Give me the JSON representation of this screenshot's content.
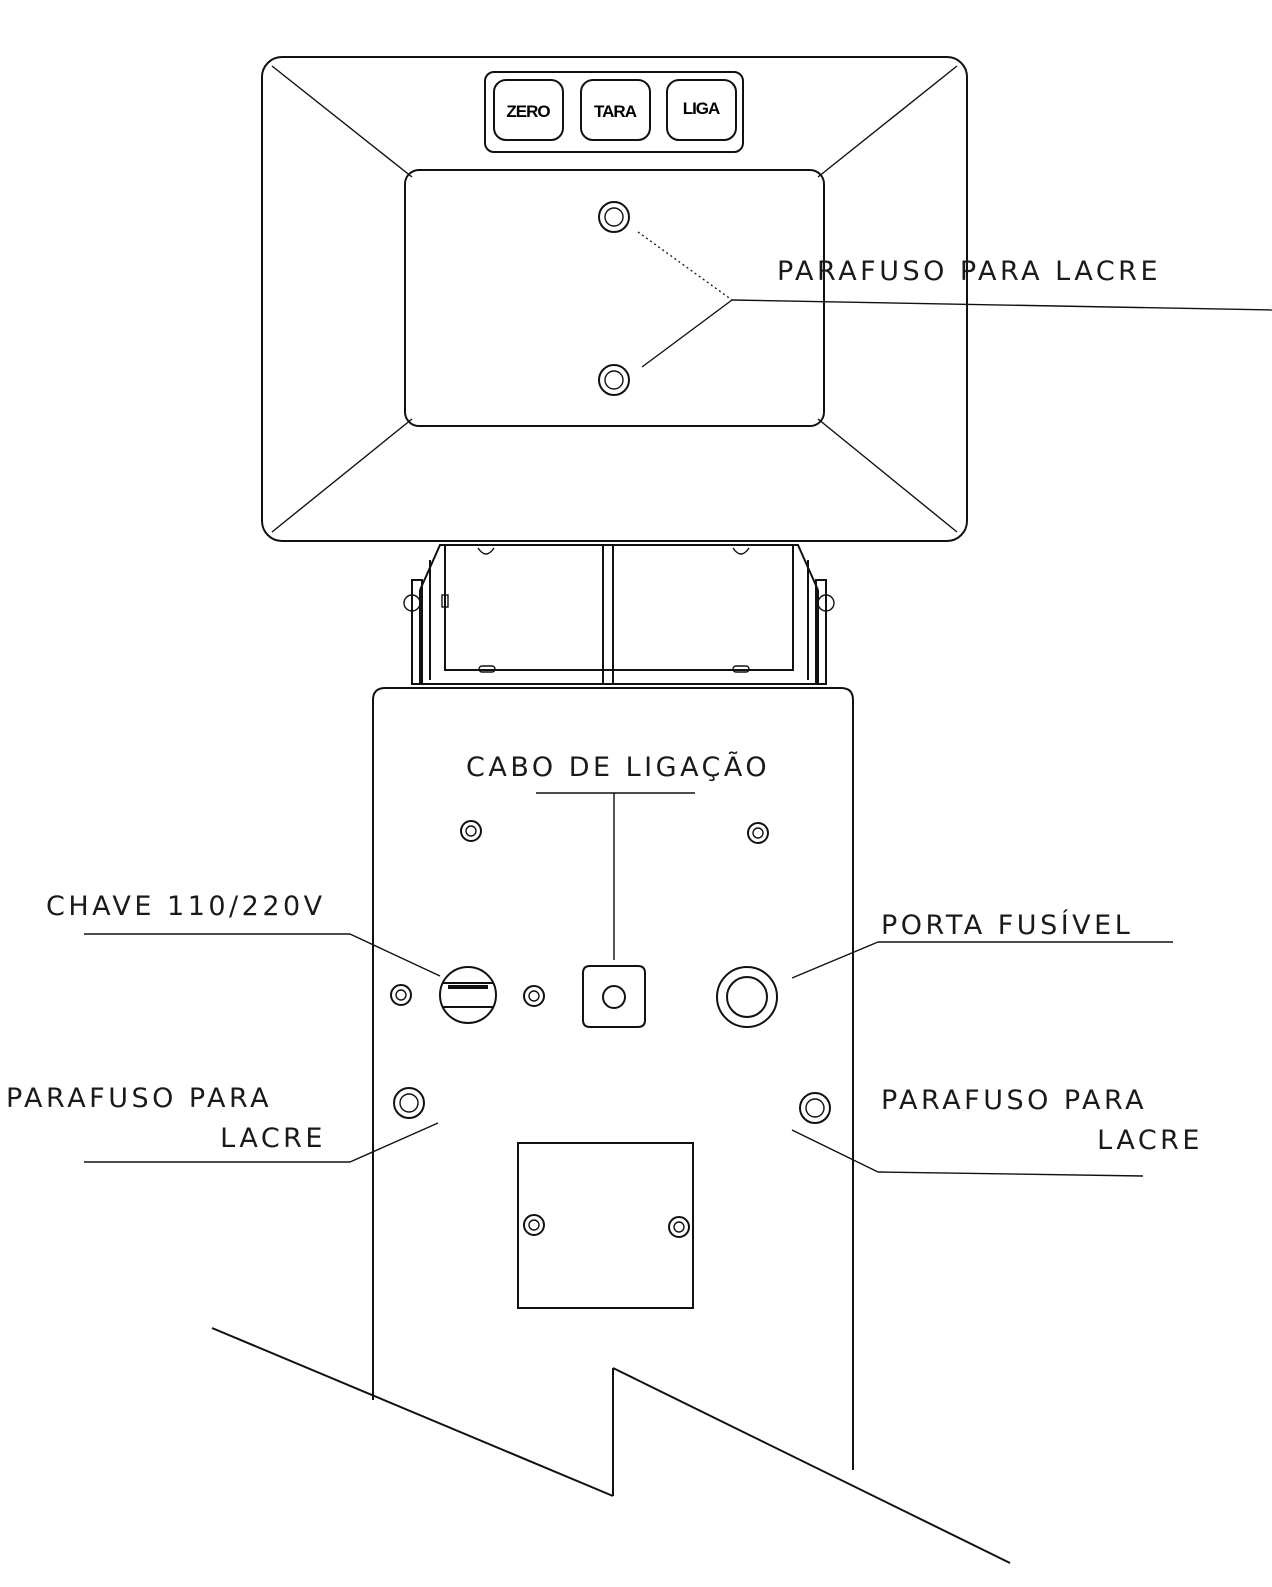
{
  "keys": {
    "zero": "ZERO",
    "tara": "TARA",
    "liga": "LIGA"
  },
  "labels": {
    "parafuso_lacre_top": "PARAFUSO PARA LACRE",
    "cabo_ligacao": "CABO DE LIGAÇÃO",
    "chave": "CHAVE 110/220V",
    "porta_fusivel": "PORTA FUSÍVEL",
    "parafuso_left_line1": "PARAFUSO PARA",
    "parafuso_left_line2": "LACRE",
    "parafuso_right_line1": "PARAFUSO PARA",
    "parafuso_right_line2": "LACRE"
  }
}
